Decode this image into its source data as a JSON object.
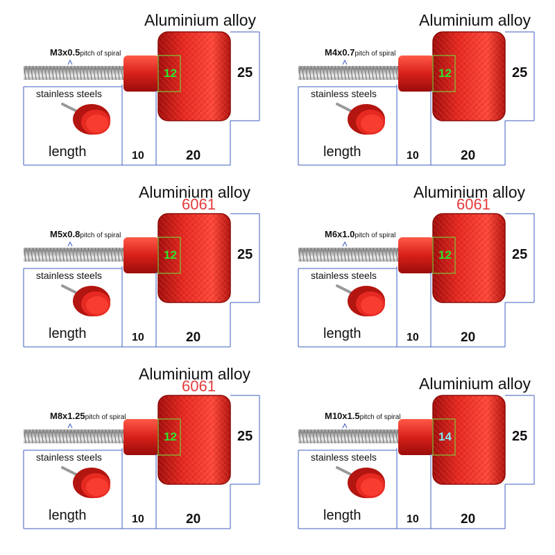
{
  "panels": [
    {
      "material": "Aluminium alloy",
      "grade": "",
      "thread": "M3x0.5",
      "pitch_label": "pitch of spiral",
      "steel": "stainless steels",
      "length_label": "length",
      "dim_collar": "10",
      "dim_knob_len": "20",
      "dim_knob_dia": "25",
      "dim_collar_dia": "12"
    },
    {
      "material": "Aluminium alloy",
      "grade": "",
      "thread": "M4x0.7",
      "pitch_label": "pitch of spiral",
      "steel": "stainless steels",
      "length_label": "length",
      "dim_collar": "10",
      "dim_knob_len": "20",
      "dim_knob_dia": "25",
      "dim_collar_dia": "12"
    },
    {
      "material": "Aluminium alloy",
      "grade": "6061",
      "thread": "M5x0.8",
      "pitch_label": "pitch of spiral",
      "steel": "stainless steels",
      "length_label": "length",
      "dim_collar": "10",
      "dim_knob_len": "20",
      "dim_knob_dia": "25",
      "dim_collar_dia": "12"
    },
    {
      "material": "Aluminium alloy",
      "grade": "6061",
      "thread": "M6x1.0",
      "pitch_label": "pitch of spiral",
      "steel": "stainless steels",
      "length_label": "length",
      "dim_collar": "10",
      "dim_knob_len": "20",
      "dim_knob_dia": "25",
      "dim_collar_dia": "12"
    },
    {
      "material": "Aluminium alloy",
      "grade": "6061",
      "thread": "M8x1.25",
      "pitch_label": "pitch of spiral",
      "steel": "stainless steels",
      "length_label": "length",
      "dim_collar": "10",
      "dim_knob_len": "20",
      "dim_knob_dia": "25",
      "dim_collar_dia": "12"
    },
    {
      "material": "Aluminium alloy",
      "grade": "",
      "thread": "M10x1.5",
      "pitch_label": "pitch of spiral",
      "steel": "stainless steels",
      "length_label": "length",
      "dim_collar": "10",
      "dim_knob_len": "20",
      "dim_knob_dia": "25",
      "dim_collar_dia": "14"
    }
  ],
  "colors": {
    "knob": "#e0201c",
    "dimension_line": "#3b5bc0",
    "screw": "#b8b8b8",
    "green_box": "#7cc83a"
  }
}
